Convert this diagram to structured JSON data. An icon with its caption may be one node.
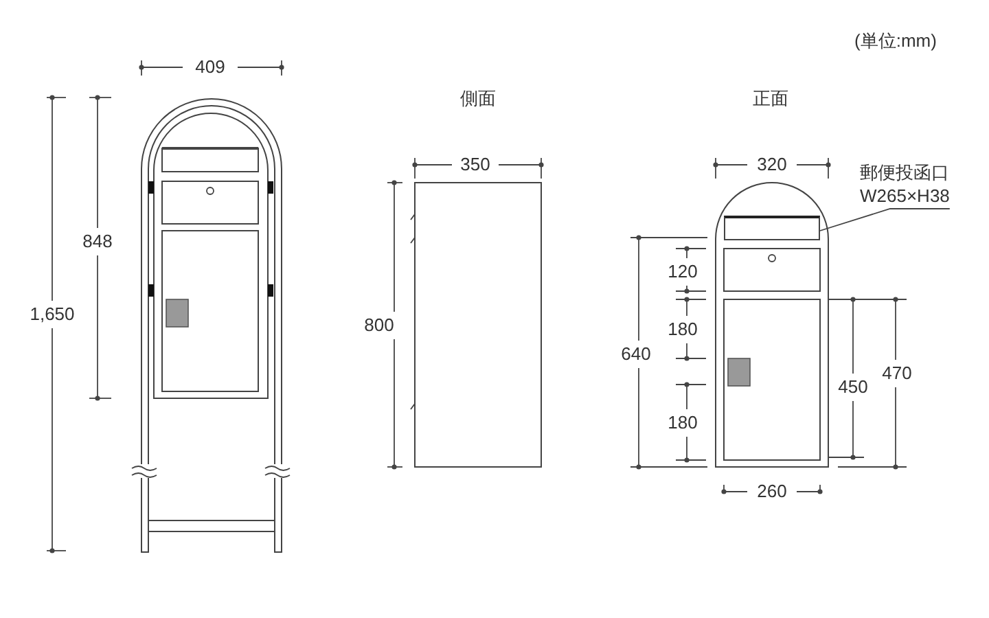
{
  "diagram": {
    "nodes": [
      {
        "text": [
          "郵便投函口",
          "W265×H38"
        ]
      },
      {
        "text": [],
        "shape": "box"
      }
    ],
    "edges": [
      {
        "from": 0,
        "to": 1,
        "arrow": "none"
      }
    ],
    "labels": [
      "(単位:mm)",
      "409",
      "848",
      "1,650",
      "側面",
      "350",
      "800",
      "正面",
      "320",
      "120",
      "640",
      "180",
      "450",
      "470",
      "180",
      "260"
    ]
  }
}
